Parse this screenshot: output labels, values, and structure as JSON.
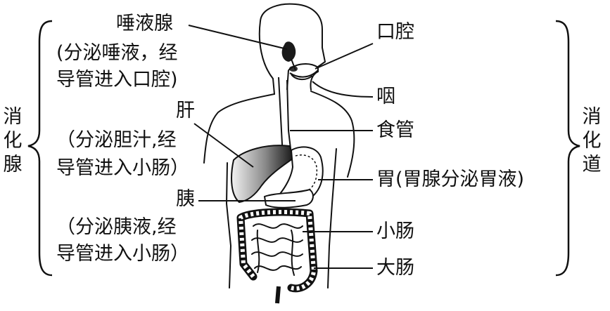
{
  "groups": {
    "glands": "消化腺",
    "tract": "消化道"
  },
  "glands": {
    "salivary": {
      "name": "唾液腺",
      "note_1": "(分泌唾液，经",
      "note_2": "导管进入口腔)"
    },
    "liver": {
      "name": "肝",
      "note_1": "（分泌胆汁,经",
      "note_2": "导管进入小肠）"
    },
    "pancreas": {
      "name": "胰",
      "note_1": "（分泌胰液,经",
      "note_2": "导管进入小肠）"
    }
  },
  "tract": {
    "mouth": "口腔",
    "pharynx": "咽",
    "esophagus": "食管",
    "stomach": "胃(胃腺分泌胃液)",
    "small_intestine": "小肠",
    "large_intestine": "大肠"
  },
  "colors": {
    "ink": "#111111",
    "background": "#ffffff"
  }
}
